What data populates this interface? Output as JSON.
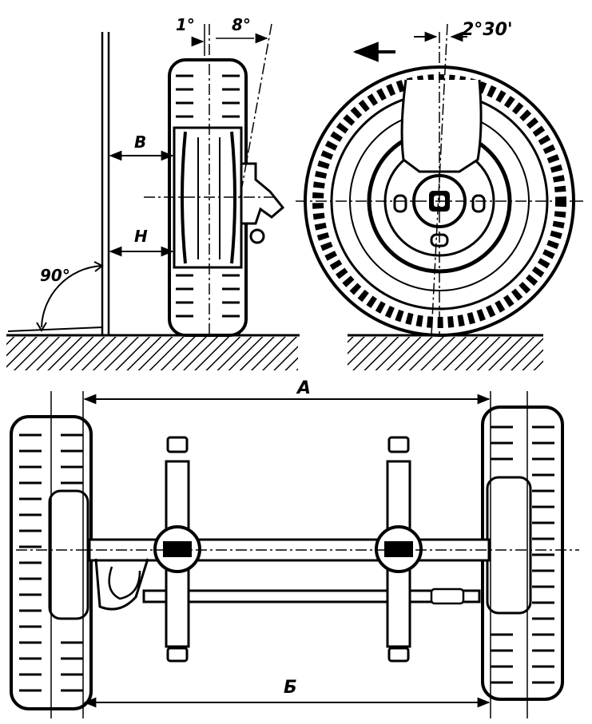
{
  "labels": {
    "camber_angle": "1°",
    "kingpin_angle": "8°",
    "caster_angle": "2°30'",
    "right_angle": "90°",
    "upper_distance": "B",
    "lower_distance": "H",
    "front_track": "A",
    "rear_track": "Б"
  },
  "colors": {
    "ink": "#000000",
    "paper": "#ffffff"
  }
}
